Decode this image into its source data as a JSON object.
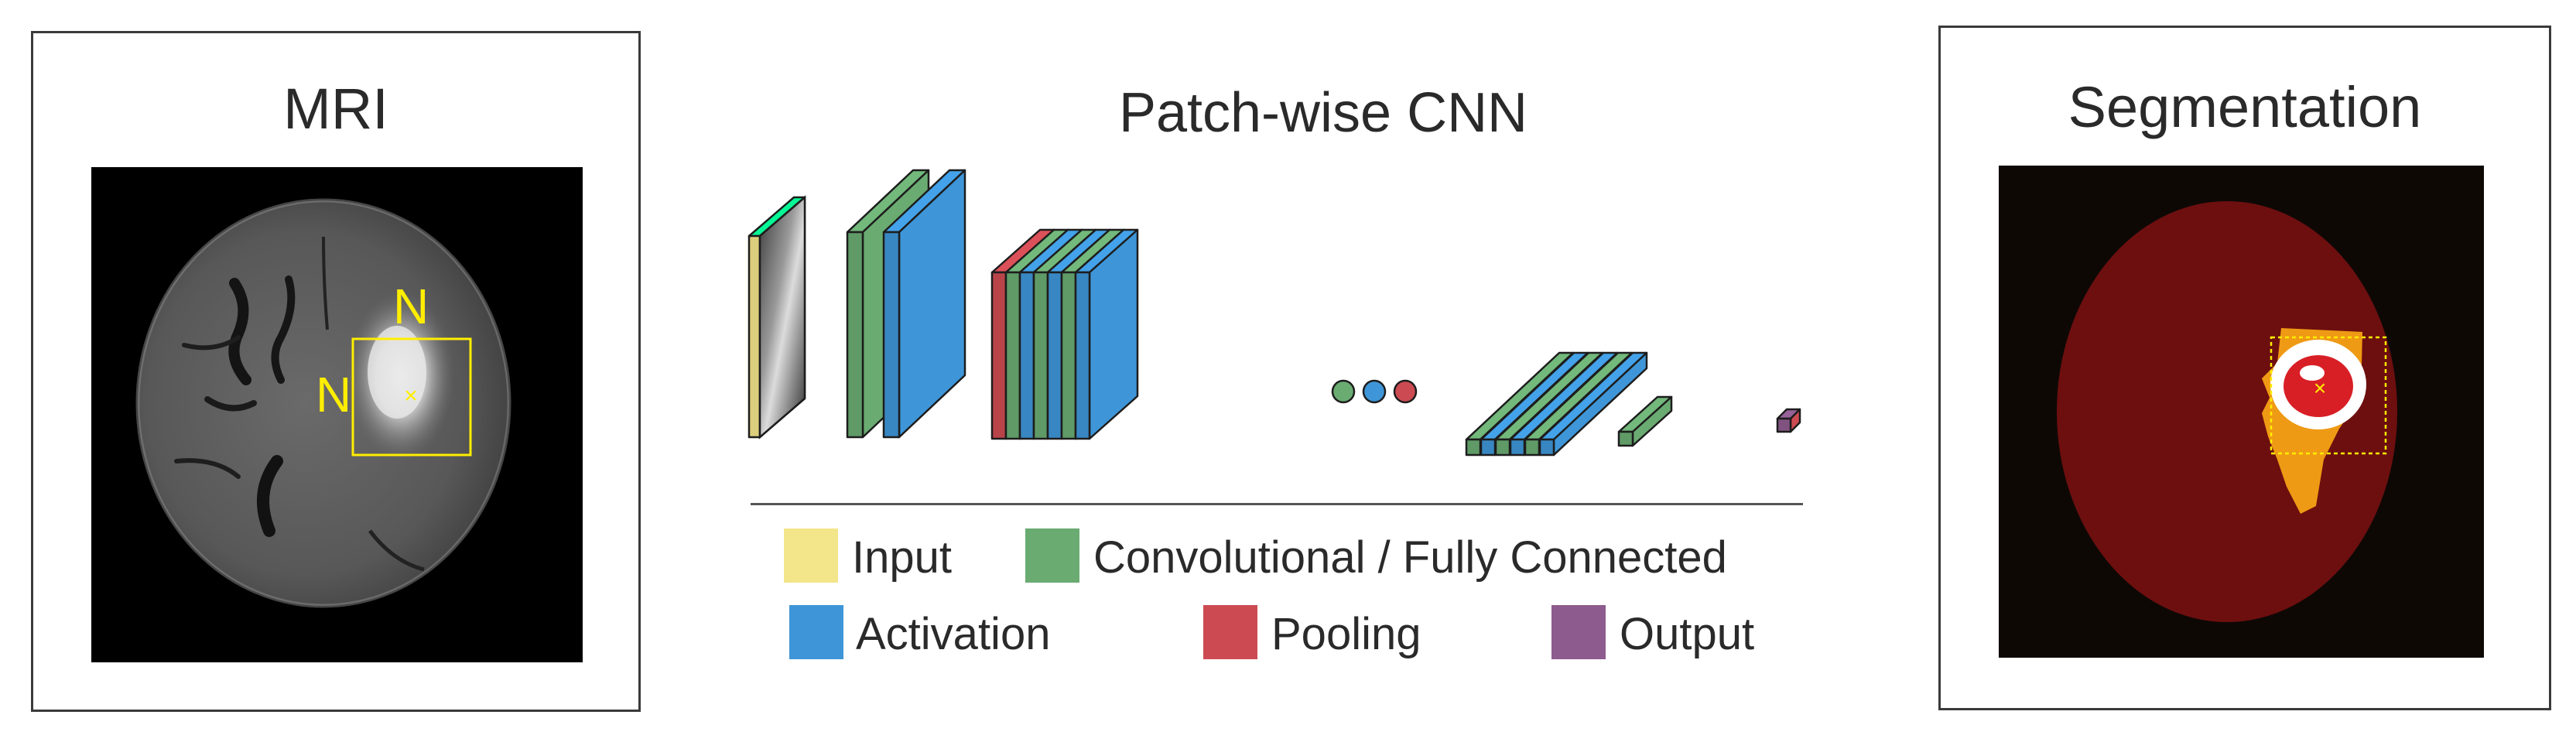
{
  "mri": {
    "title": "MRI",
    "patch_labels": {
      "top": "N",
      "left": "N"
    },
    "center_mark": "×"
  },
  "cnn": {
    "title": "Patch-wise CNN"
  },
  "segmentation": {
    "title": "Segmentation",
    "center_mark": "×"
  },
  "legend": {
    "items": [
      {
        "key": "input",
        "label": "Input",
        "color": "#f3e58a"
      },
      {
        "key": "conv",
        "label": "Convolutional / Fully Connected",
        "color": "#6aab72"
      },
      {
        "key": "activation",
        "label": "Activation",
        "color": "#3e96d8"
      },
      {
        "key": "pooling",
        "label": "Pooling",
        "color": "#cc4b52"
      },
      {
        "key": "output",
        "label": "Output",
        "color": "#8d5b8e"
      }
    ]
  },
  "colors": {
    "patch_box": "#ffee00",
    "brain_region": "#6d0f0f",
    "edema": "#ef9a14",
    "tumor_core": "#d81f26",
    "enhancing_ring": "#ffffff",
    "seg_background": "#0e0805"
  }
}
